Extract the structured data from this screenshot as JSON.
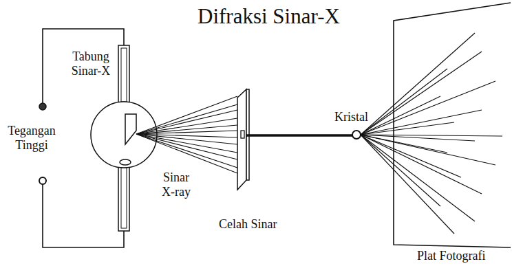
{
  "diagram": {
    "title": "Difraksi Sinar-X",
    "labels": [
      "Tabung Sinar-X",
      "Tegangan Tinggi",
      "Sinar X-ray",
      "Kristal",
      "Celah Sinar",
      "Plat Fotografi"
    ]
  }
}
